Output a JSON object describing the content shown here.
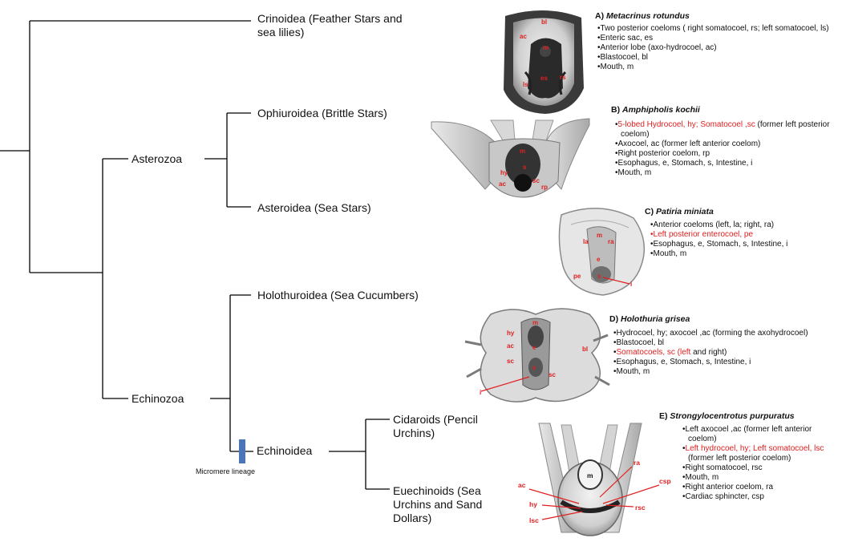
{
  "tree": {
    "leaves": {
      "crinoidea": "Crinoidea (Feather Stars and\nsea lilies)",
      "ophiuroidea": "Ophiuroidea (Brittle Stars)",
      "asteroidea": "Asteroidea (Sea Stars)",
      "holothuroidea": "Holothuroidea (Sea Cucumbers)",
      "cidaroids": "Cidaroids (Pencil\nUrchins)",
      "euechinoids": "Euechinoids (Sea\nUrchins and Sand\nDollars)"
    },
    "clades": {
      "asterozoa": "Asterozoa",
      "echinozoa": "Echinozoa",
      "echinoidea": "Echinoidea"
    },
    "marker": {
      "label": "Micromere lineage",
      "color": "#4a76b8"
    }
  },
  "colors": {
    "highlight": "#e02020",
    "text": "#111111",
    "line": "#000000"
  },
  "panels": [
    {
      "letter": "A)",
      "species": "Metacrinus rotundus",
      "items": [
        {
          "text": "Two posterior coeloms ( right somatocoel, rs; left somatocoel, ls)",
          "highlight": false
        },
        {
          "text": "Enteric sac, es",
          "highlight": false
        },
        {
          "text": "Anterior lobe (axo-hydrocoel, ac)",
          "highlight": false
        },
        {
          "text": "Blastocoel, bl",
          "highlight": false
        },
        {
          "text": "Mouth, m",
          "highlight": false
        }
      ],
      "labels": [
        "ac",
        "bl",
        "m",
        "ls",
        "es",
        "rs"
      ]
    },
    {
      "letter": "B)",
      "species": "Amphipholis kochii",
      "items": [
        {
          "segments": [
            {
              "text": "5-lobed Hydrocoel, hy; Somatocoel ,sc",
              "highlight": true
            },
            {
              "text": " (former left posterior coelom)",
              "highlight": false
            }
          ]
        },
        {
          "text": "Axocoel, ac (former left anterior coelom)",
          "highlight": false
        },
        {
          "text": "Right posterior coelom, rp",
          "highlight": false
        },
        {
          "text": "Esophagus, e, Stomach, s, Intestine, i",
          "highlight": false
        },
        {
          "text": "Mouth, m",
          "highlight": false
        }
      ],
      "labels": [
        "m",
        "s",
        "hy",
        "ac",
        "sc",
        "rp"
      ]
    },
    {
      "letter": "C)",
      "species": "Patiria miniata",
      "items": [
        {
          "text": "Anterior coeloms (left, la; right, ra)",
          "highlight": false
        },
        {
          "text": "Left posterior enterocoel, pe",
          "highlight": true
        },
        {
          "text": "Esophagus, e, Stomach, s, Intestine, i",
          "highlight": false
        },
        {
          "text": "Mouth, m",
          "highlight": false
        }
      ],
      "labels": [
        "m",
        "la",
        "ra",
        "e",
        "pe",
        "s",
        "i"
      ]
    },
    {
      "letter": "D)",
      "species": "Holothuria grisea",
      "items": [
        {
          "text": "Hydrocoel, hy; axocoel ,ac (forming the axohydrocoel)",
          "highlight": false
        },
        {
          "text": "Blastocoel, bl",
          "highlight": false
        },
        {
          "segments": [
            {
              "text": "Somatocoels, sc (left",
              "highlight": true
            },
            {
              "text": " and right)",
              "highlight": false
            }
          ]
        },
        {
          "text": "Esophagus, e, Stomach, s, Intestine, i",
          "highlight": false
        },
        {
          "text": "Mouth, m",
          "highlight": false
        }
      ],
      "labels": [
        "m",
        "hy",
        "ac",
        "e",
        "bl",
        "sc",
        "s",
        "sc",
        "i"
      ]
    },
    {
      "letter": "E)",
      "species": "Strongylocentrotus purpuratus",
      "items": [
        {
          "text": "Left axocoel ,ac (former left anterior coelom)",
          "highlight": false
        },
        {
          "segments": [
            {
              "text": "Left hydrocoel, hy; Left somatocoel, lsc",
              "highlight": true
            },
            {
              "text": " (former left posterior coelom)",
              "highlight": false
            }
          ]
        },
        {
          "text": "Right somatocoel, rsc",
          "highlight": false
        },
        {
          "text": "Mouth, m",
          "highlight": false
        },
        {
          "text": "Right anterior coelom, ra",
          "highlight": false
        },
        {
          "text": "Cardiac sphincter, csp",
          "highlight": false
        }
      ],
      "labels": [
        "m",
        "ra",
        "csp",
        "rsc",
        "ac",
        "hy",
        "lsc"
      ]
    }
  ]
}
